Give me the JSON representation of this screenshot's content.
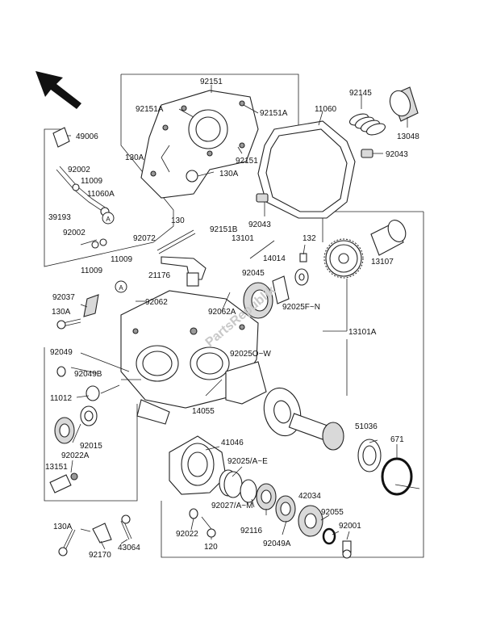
{
  "labels": {
    "l92151_top": "92151",
    "l92151A_l": "92151A",
    "l92151A_r": "92151A",
    "l11060": "11060",
    "l92145": "92145",
    "l49006": "49006",
    "l130A_1": "130A",
    "l130A_2": "130A",
    "l92151_mid": "92151",
    "l13048": "13048",
    "l92043_1": "92043",
    "l92002_1": "92002",
    "l11009_1": "11009",
    "l11060A": "11060A",
    "l39193": "39193",
    "l130_1": "130",
    "l92151B": "92151B",
    "l92043_2": "92043",
    "l92072": "92072",
    "l13101": "13101",
    "l92002_2": "92002",
    "l11009_2": "11009",
    "l11009_3": "11009",
    "l132": "132",
    "l14014": "14014",
    "l13107": "13107",
    "l21176": "21176",
    "l92045": "92045",
    "l92037": "92037",
    "l92062": "92062",
    "l92062A": "92062A",
    "l92025FN": "92025F~N",
    "l130A_3": "130A",
    "l13101A": "13101A",
    "l92049": "92049",
    "l92025OW": "92025O~W",
    "l92049B": "92049B",
    "l14055": "14055",
    "l11012": "11012",
    "l51036": "51036",
    "l671": "671",
    "l92015": "92015",
    "l92022A": "92022A",
    "l41046": "41046",
    "l13151": "13151",
    "l92025AE": "92025/A~E",
    "l92027AM": "92027/A~M",
    "l42034": "42034",
    "l92055": "92055",
    "l92116": "92116",
    "l92001": "92001",
    "l130A_4": "130A",
    "l92022": "92022",
    "l92049A": "92049A",
    "l43064": "43064",
    "l92170": "92170",
    "l120": "120",
    "callout_a": "A",
    "watermark": "PartsRepublik"
  }
}
